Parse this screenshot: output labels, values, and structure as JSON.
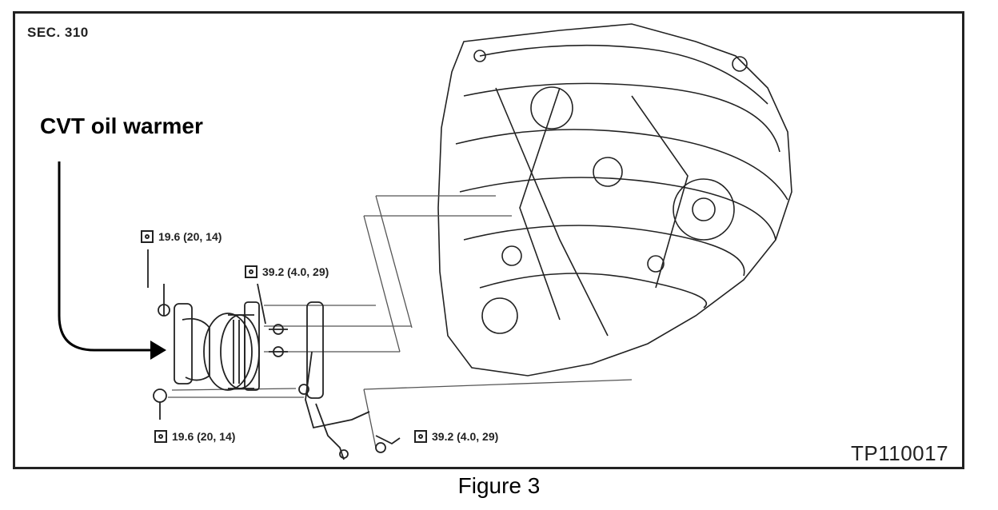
{
  "section_label": "SEC. 310",
  "callout_label": "CVT oil warmer",
  "torque_specs": [
    {
      "value": "19.6 (20, 14)"
    },
    {
      "value": "39.2 (4.0, 29)"
    },
    {
      "value": "19.6 (20, 14)"
    },
    {
      "value": "39.2 (4.0, 29)"
    }
  ],
  "drawing_code": "TP110017",
  "figure_caption": "Figure 3",
  "icons": {
    "torque": "torque-wrench-icon"
  }
}
